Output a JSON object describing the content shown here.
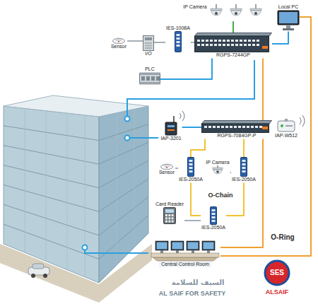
{
  "diagram": {
    "nodes": [
      {
        "text": [
          "IES-1008A"
        ]
      },
      {
        "text": [
          "IP Camera"
        ]
      },
      {
        "text": [
          "Local PC"
        ]
      },
      {
        "text": [
          "Sensor"
        ]
      },
      {
        "text": [
          "I/O"
        ]
      },
      {
        "text": [
          "RGPS-7244GP"
        ]
      },
      {
        "text": [
          "PLC"
        ]
      },
      {
        "text": [
          "IAP-3201"
        ]
      },
      {
        "text": [
          "RGPS-7084GP-P"
        ]
      },
      {
        "text": [
          "IAP-W512"
        ]
      },
      {
        "text": [
          "Sensor"
        ]
      },
      {
        "text": [
          "IES-2050A"
        ]
      },
      {
        "text": [
          "IP Camera"
        ]
      },
      {
        "text": [
          "IES-2050A"
        ]
      },
      {
        "text": [
          "Card Reader"
        ]
      },
      {
        "text": [
          "IES-2050A"
        ]
      },
      {
        "text": [
          "Central Control Room"
        ]
      }
    ],
    "edges": [
      {
        "from": 0,
        "to": 5,
        "arrow": "none"
      },
      {
        "from": 3,
        "to": 4,
        "arrow": "none"
      },
      {
        "from": 4,
        "to": 0,
        "arrow": "none"
      },
      {
        "from": 6,
        "to": 5,
        "arrow": "none"
      },
      {
        "from": 1,
        "to": 5,
        "arrow": "none"
      },
      {
        "from": 2,
        "to": 5,
        "arrow": "none"
      },
      {
        "from": 2,
        "to": 16,
        "arrow": "none"
      },
      {
        "from": 5,
        "to": 8,
        "arrow": "none"
      },
      {
        "from": 8,
        "to": 16,
        "arrow": "none"
      },
      {
        "from": 7,
        "to": 8,
        "arrow": "none"
      },
      {
        "from": 8,
        "to": 11,
        "arrow": "none"
      },
      {
        "from": 11,
        "to": 15,
        "arrow": "none"
      },
      {
        "from": 15,
        "to": 13,
        "arrow": "none"
      },
      {
        "from": 13,
        "to": 8,
        "arrow": "none"
      },
      {
        "from": 10,
        "to": 11,
        "arrow": "none"
      },
      {
        "from": 12,
        "to": 13,
        "arrow": "none"
      },
      {
        "from": 14,
        "to": 15,
        "arrow": "none"
      }
    ],
    "labels": [
      "O-Chain",
      "O-Ring",
      "السيف للسلامة",
      "AL SAIF FOR SAFETY",
      "SES",
      "ALSAIF"
    ]
  }
}
